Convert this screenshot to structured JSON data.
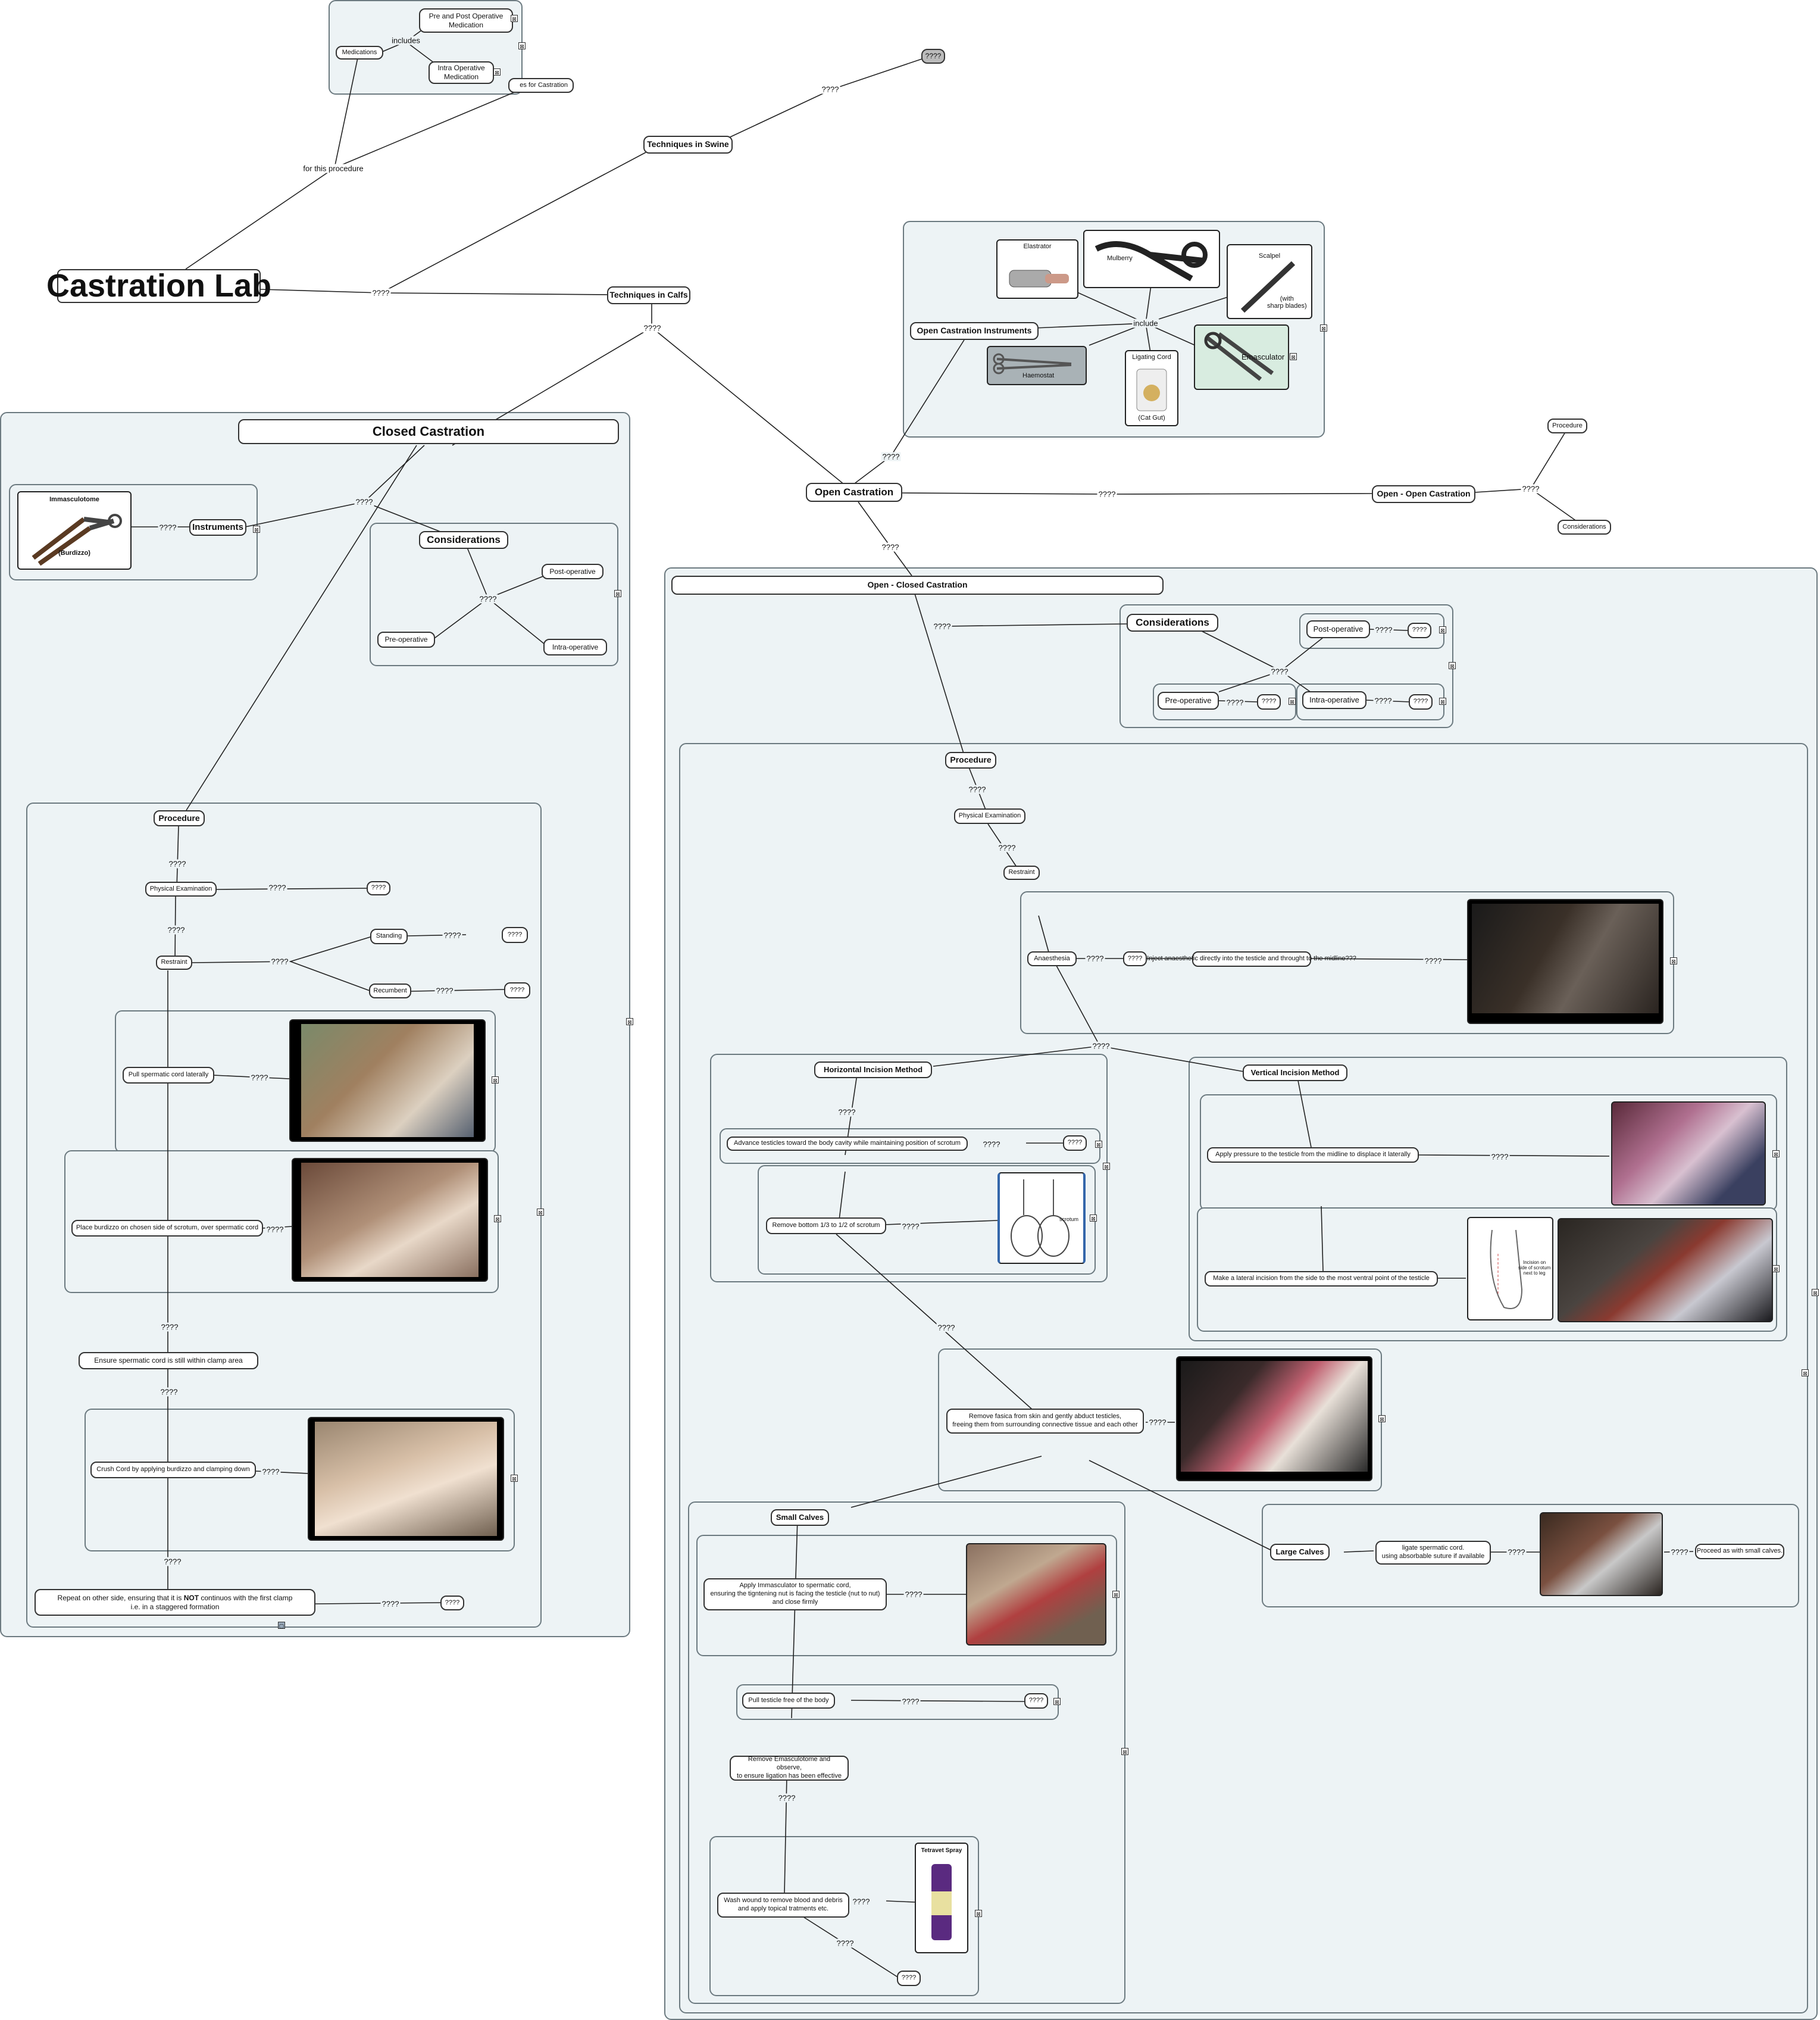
{
  "root": {
    "title": "Castration Lab"
  },
  "q": "????",
  "top_group": {
    "medications": "Medications",
    "includes": "includes",
    "pre_post": "Pre and Post Operative\nMedication",
    "intra": "Intra Operative\nMedication",
    "clipped": "es for Castration",
    "for_this": "for this procedure"
  },
  "swine": {
    "label": "Techniques in Swine",
    "target": "????"
  },
  "calfs": {
    "label": "Techniques in Calfs"
  },
  "instruments": {
    "title": "Open Castration Instruments",
    "include": "include",
    "elastrator": "Elastrator",
    "mulberry": "Mulberry",
    "scalpel": "Scalpel",
    "scalpel_note": "(with\nsharp blades)",
    "haemostat": "Haemostat",
    "ligating": "Ligating Cord",
    "catgut": "(Cat Gut)",
    "emasculator": "Emasculator"
  },
  "open_castration": {
    "label": "Open Castration"
  },
  "open_open": {
    "label": "Open - Open Castration",
    "procedure": "Procedure",
    "considerations": "Considerations"
  },
  "closed": {
    "title": "Closed Castration",
    "immasculotome": "Immasculotome",
    "burdizzo": "(Burdizzo)",
    "instruments": "Instruments",
    "considerations": "Considerations",
    "post": "Post-operative",
    "pre": "Pre-operative",
    "intra": "Intra-operative",
    "procedure": "Procedure",
    "physical": "Physical Examination",
    "restraint": "Restraint",
    "standing": "Standing",
    "recumbent": "Recumbent",
    "pull_cord": "Pull spermatic cord laterally",
    "place_burdizzo": "Place burdizzo on chosen side of scrotum, over spermatic cord",
    "ensure": "Ensure spermatic cord is still within clamp area",
    "crush": "Crush Cord by applying  burdizzo and clamping down",
    "repeat_a": "Repeat on other side, ensuring that it is ",
    "repeat_b": "NOT",
    "repeat_c": " continuos with the first clamp",
    "repeat_d": "i.e. in a staggered formation"
  },
  "open_closed": {
    "title": "Open - Closed Castration",
    "considerations": "Considerations",
    "post": "Post-operative",
    "pre": "Pre-operative",
    "intra": "Intra-operative",
    "procedure": "Procedure",
    "physical": "Physical Examination",
    "restraint": "Restraint",
    "anaesthesia": "Anaesthesia",
    "inject": "Inject anaesthetic directly into the testicle and throught to the midline???",
    "horizontal": "Horizontal Incision Method",
    "advance": "Advance testicles toward the body cavity while maintaining position of scrotum",
    "remove_bottom": "Remove bottom 1/3 to 1/2 of scrotum",
    "scrotum_label": "scrotum",
    "vertical": "Vertical Incision Method",
    "apply_pressure": "Apply pressure to the testicle from the midline to displace it laterally",
    "lateral_incision": "Make a lateral incision from the side to the most ventral point of the testicle",
    "incision_note": "Incision on\nside of scrotum\nnext to leg",
    "remove_fascia": "Remove fasica from skin and gently abduct testicles,\nfreeing them from surrounding connective tissue and each other",
    "small_calves": "Small Calves",
    "apply_immasculator": "Apply Immasculator to spermatic cord,\nensuring the tigntening nut is facing the testicle (nut to nut)\nand close firmly",
    "pull_free": "Pull testicle free of the body",
    "remove_emasculotome": "Remove Emasculotome and observe,\nto ensure ligation has been effective",
    "wash": "Wash wound to remove blood and debris\nand apply topical tratments etc.",
    "tetravet": "Tetravet Spray",
    "large_calves": "Large Calves",
    "ligate": "ligate spermatic cord.\nusing absorbable suture if available",
    "proceed": "Proceed as with small calves."
  },
  "colors": {
    "group_fill": "#edf3f5",
    "group_border": "#6c7a80",
    "node_border": "#333333",
    "gray_node": "#bbbbbb"
  }
}
